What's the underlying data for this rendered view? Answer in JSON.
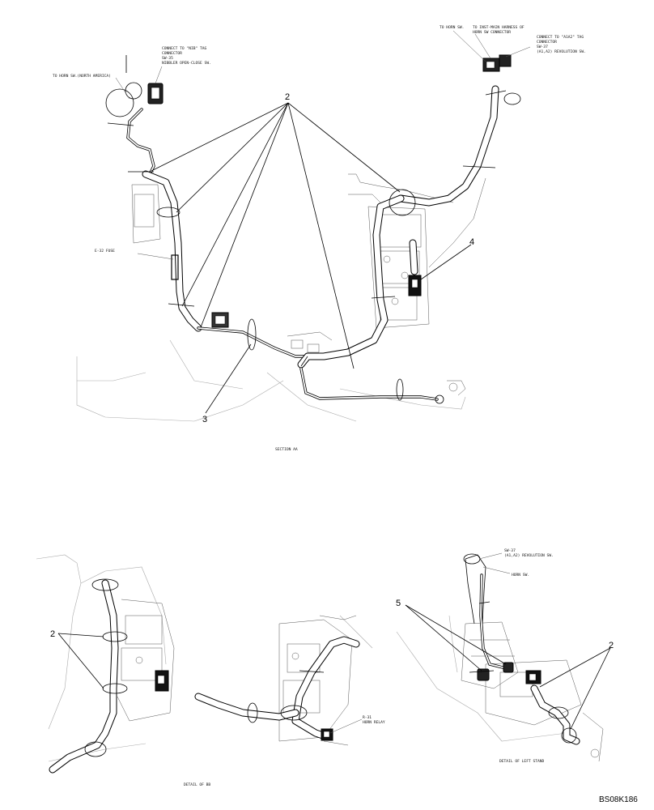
{
  "section_aa": {
    "caption": "SECTION AA",
    "callouts": {
      "harness": "2",
      "clamp": "3",
      "relay": "4"
    },
    "notes": {
      "horn_na": "TO HORN SW.(NORTH AMERICA)",
      "nibbler_1": "CONNECT TO \"NIB\" TAG",
      "nibbler_2": "CONNECTOR",
      "nibbler_3": "SW-35",
      "nibbler_4": "NIBBLER OPEN-CLOSE SW.",
      "fuse": "E-32 FUSE",
      "to_horn": "TO HORN SW.",
      "inst_1": "TO INST-MAIN HARNESS OF",
      "inst_2": "HORN SW CONNECTOR",
      "a1a2_1": "CONNECT TO \"A1A2\" TAG",
      "a1a2_2": "CONNECTOR",
      "a1a2_3": "SW-37",
      "a1a2_4": "(A1,A2) REVOLUTION SW."
    }
  },
  "detail_bb": {
    "caption": "DETAIL OF BB",
    "callouts": {
      "harness": "2"
    },
    "notes": {
      "relay_1": "R-31",
      "relay_2": "HORN RELAY"
    }
  },
  "detail_left_stand": {
    "caption": "DETAIL OF LEFT STAND",
    "callouts": {
      "connector": "5",
      "harness": "2"
    },
    "notes": {
      "sw37_1": "SW-37",
      "sw37_2": "(A1,A2) REVOLUTION SW.",
      "horn": "HORN SW."
    }
  },
  "drawing_code": "BS08K186"
}
